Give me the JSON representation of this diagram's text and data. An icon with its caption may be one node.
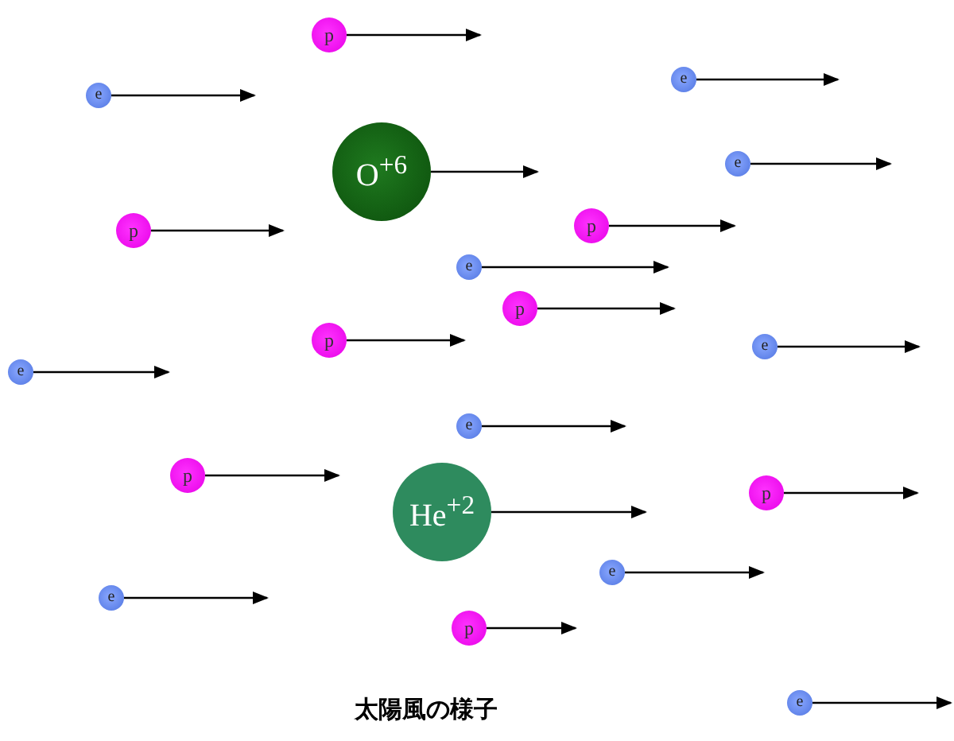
{
  "diagram": {
    "caption": "太陽風の様子",
    "nodes": [
      {
        "text": [
          "p"
        ]
      },
      {
        "text": [
          "e"
        ]
      },
      {
        "text": [
          "e"
        ]
      },
      {
        "text": [
          "e"
        ]
      },
      {
        "text": [
          "O$^{+6}$"
        ]
      },
      {
        "text": [
          "p"
        ]
      },
      {
        "text": [
          "p"
        ]
      },
      {
        "text": [
          "e"
        ]
      },
      {
        "text": [
          "p"
        ]
      },
      {
        "text": [
          "p"
        ]
      },
      {
        "text": [
          "e"
        ]
      },
      {
        "text": [
          "e"
        ]
      },
      {
        "text": [
          "e"
        ]
      },
      {
        "text": [
          "p"
        ]
      },
      {
        "text": [
          "p"
        ]
      },
      {
        "text": [
          "He$^{+2}$"
        ]
      },
      {
        "text": [
          "e"
        ]
      },
      {
        "text": [
          "e"
        ]
      },
      {
        "text": [
          "p"
        ]
      },
      {
        "text": [
          "e"
        ]
      }
    ],
    "edges": [
      {
        "from": 0,
        "to": null,
        "arrow": "to"
      },
      {
        "from": 1,
        "to": null,
        "arrow": "to"
      },
      {
        "from": 2,
        "to": null,
        "arrow": "to"
      },
      {
        "from": 3,
        "to": null,
        "arrow": "to"
      },
      {
        "from": 4,
        "to": null,
        "arrow": "to"
      },
      {
        "from": 5,
        "to": null,
        "arrow": "to"
      },
      {
        "from": 6,
        "to": null,
        "arrow": "to"
      },
      {
        "from": 7,
        "to": null,
        "arrow": "to"
      },
      {
        "from": 8,
        "to": null,
        "arrow": "to"
      },
      {
        "from": 9,
        "to": null,
        "arrow": "to"
      },
      {
        "from": 10,
        "to": null,
        "arrow": "to"
      },
      {
        "from": 11,
        "to": null,
        "arrow": "to"
      },
      {
        "from": 12,
        "to": null,
        "arrow": "to"
      },
      {
        "from": 13,
        "to": null,
        "arrow": "to"
      },
      {
        "from": 14,
        "to": null,
        "arrow": "to"
      },
      {
        "from": 15,
        "to": null,
        "arrow": "to"
      },
      {
        "from": 16,
        "to": null,
        "arrow": "to"
      },
      {
        "from": 17,
        "to": null,
        "arrow": "to"
      },
      {
        "from": 18,
        "to": null,
        "arrow": "to"
      },
      {
        "from": 19,
        "to": null,
        "arrow": "to"
      }
    ]
  }
}
